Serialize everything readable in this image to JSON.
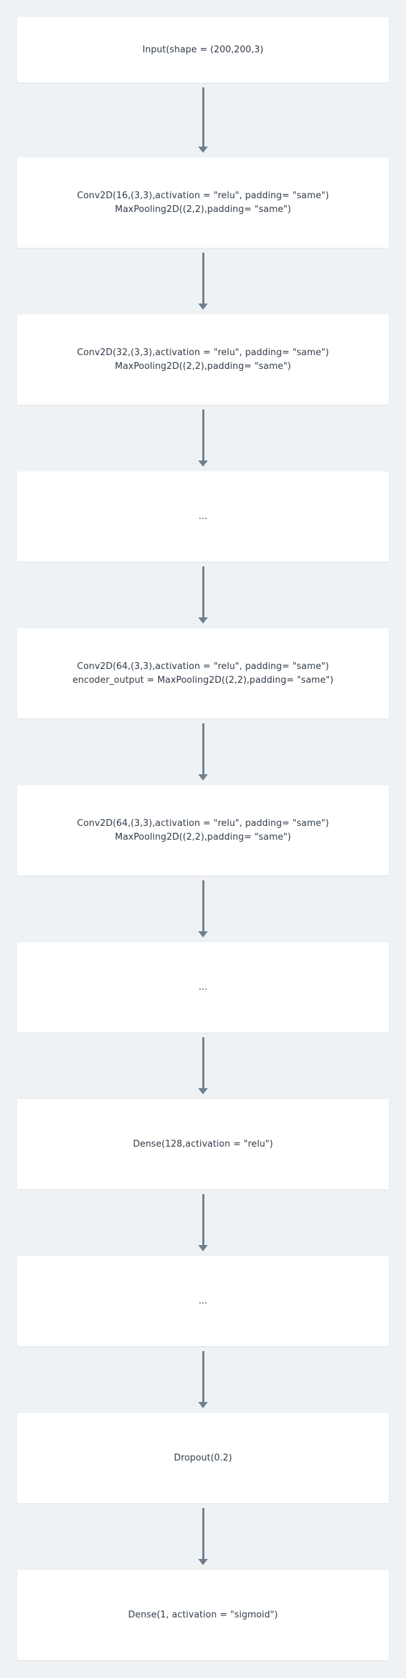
{
  "diagram": {
    "nodes": [
      {
        "id": "input",
        "lines": [
          "Input(shape = (200,200,3)"
        ]
      },
      {
        "id": "conv-16",
        "lines": [
          "Conv2D(16,(3,3),activation = \"relu\", padding= \"same\")",
          "MaxPooling2D((2,2),padding= \"same\")"
        ]
      },
      {
        "id": "conv-32",
        "lines": [
          "Conv2D(32,(3,3),activation = \"relu\", padding= \"same\")",
          "MaxPooling2D((2,2),padding= \"same\")"
        ]
      },
      {
        "id": "ellipsis-1",
        "lines": [
          "..."
        ]
      },
      {
        "id": "conv-64-encoder",
        "lines": [
          "Conv2D(64,(3,3),activation = \"relu\", padding= \"same\")",
          "encoder_output = MaxPooling2D((2,2),padding= \"same\")"
        ]
      },
      {
        "id": "conv-64",
        "lines": [
          "Conv2D(64,(3,3),activation = \"relu\", padding= \"same\")",
          "MaxPooling2D((2,2),padding= \"same\")"
        ]
      },
      {
        "id": "ellipsis-2",
        "lines": [
          "..."
        ]
      },
      {
        "id": "dense-128",
        "lines": [
          "Dense(128,activation = \"relu\")"
        ]
      },
      {
        "id": "ellipsis-3",
        "lines": [
          "..."
        ]
      },
      {
        "id": "dropout",
        "lines": [
          "Dropout(0.2)"
        ]
      },
      {
        "id": "dense-1",
        "lines": [
          "Dense(1, activation = \"sigmoid\")"
        ]
      }
    ],
    "edges": [
      [
        "input",
        "conv-16"
      ],
      [
        "conv-16",
        "conv-32"
      ],
      [
        "conv-32",
        "ellipsis-1"
      ],
      [
        "ellipsis-1",
        "conv-64-encoder"
      ],
      [
        "conv-64-encoder",
        "conv-64"
      ],
      [
        "conv-64",
        "ellipsis-2"
      ],
      [
        "ellipsis-2",
        "dense-128"
      ],
      [
        "dense-128",
        "ellipsis-3"
      ],
      [
        "ellipsis-3",
        "dropout"
      ],
      [
        "dropout",
        "dense-1"
      ]
    ],
    "colors": {
      "background": "#eef2f5",
      "node_fill": "#ffffff",
      "text": "#2f3b48",
      "arrow": "#6f7f8e"
    }
  }
}
